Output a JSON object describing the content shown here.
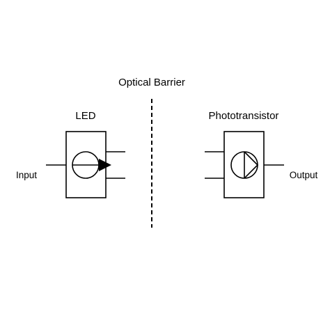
{
  "diagram": {
    "barrier_label": "Optical Barrier",
    "led": {
      "label": "LED",
      "input_label": "Input"
    },
    "phototransistor": {
      "label": "Phototransistor",
      "output_label": "Output"
    }
  },
  "colors": {
    "stroke": "#000000",
    "background": "#ffffff"
  }
}
